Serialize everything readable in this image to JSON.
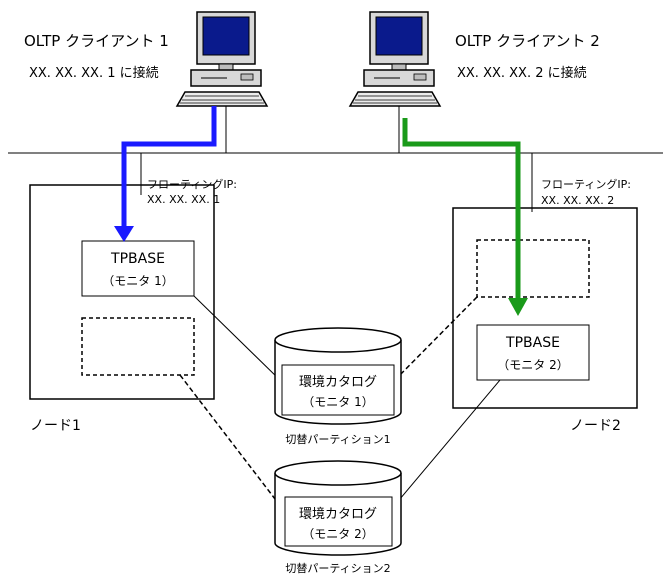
{
  "clients": [
    {
      "name": "OLTP クライアント 1",
      "connection": "XX. XX. XX. 1 に接続"
    },
    {
      "name": "OLTP クライアント 2",
      "connection": "XX. XX. XX. 2 に接続"
    }
  ],
  "nodes": [
    {
      "label": "ノード1",
      "floating_ip_label": "フローティングIP:",
      "floating_ip": "XX. XX. XX. 1",
      "tpbase_title": "TPBASE",
      "tpbase_monitor": "（モニタ 1）"
    },
    {
      "label": "ノード2",
      "floating_ip_label": "フローティングIP:",
      "floating_ip": "XX. XX. XX. 2",
      "tpbase_title": "TPBASE",
      "tpbase_monitor": "（モニタ 2）"
    }
  ],
  "partitions": [
    {
      "catalog_title": "環境カタログ",
      "catalog_monitor": "（モニタ 1）",
      "label": "切替パーティション1"
    },
    {
      "catalog_title": "環境カタログ",
      "catalog_monitor": "（モニタ 2）",
      "label": "切替パーティション2"
    }
  ],
  "colors": {
    "client1_link": "#1a1aff",
    "client2_link": "#1a9a1a",
    "monitor_screen": "#0a1a8c"
  }
}
